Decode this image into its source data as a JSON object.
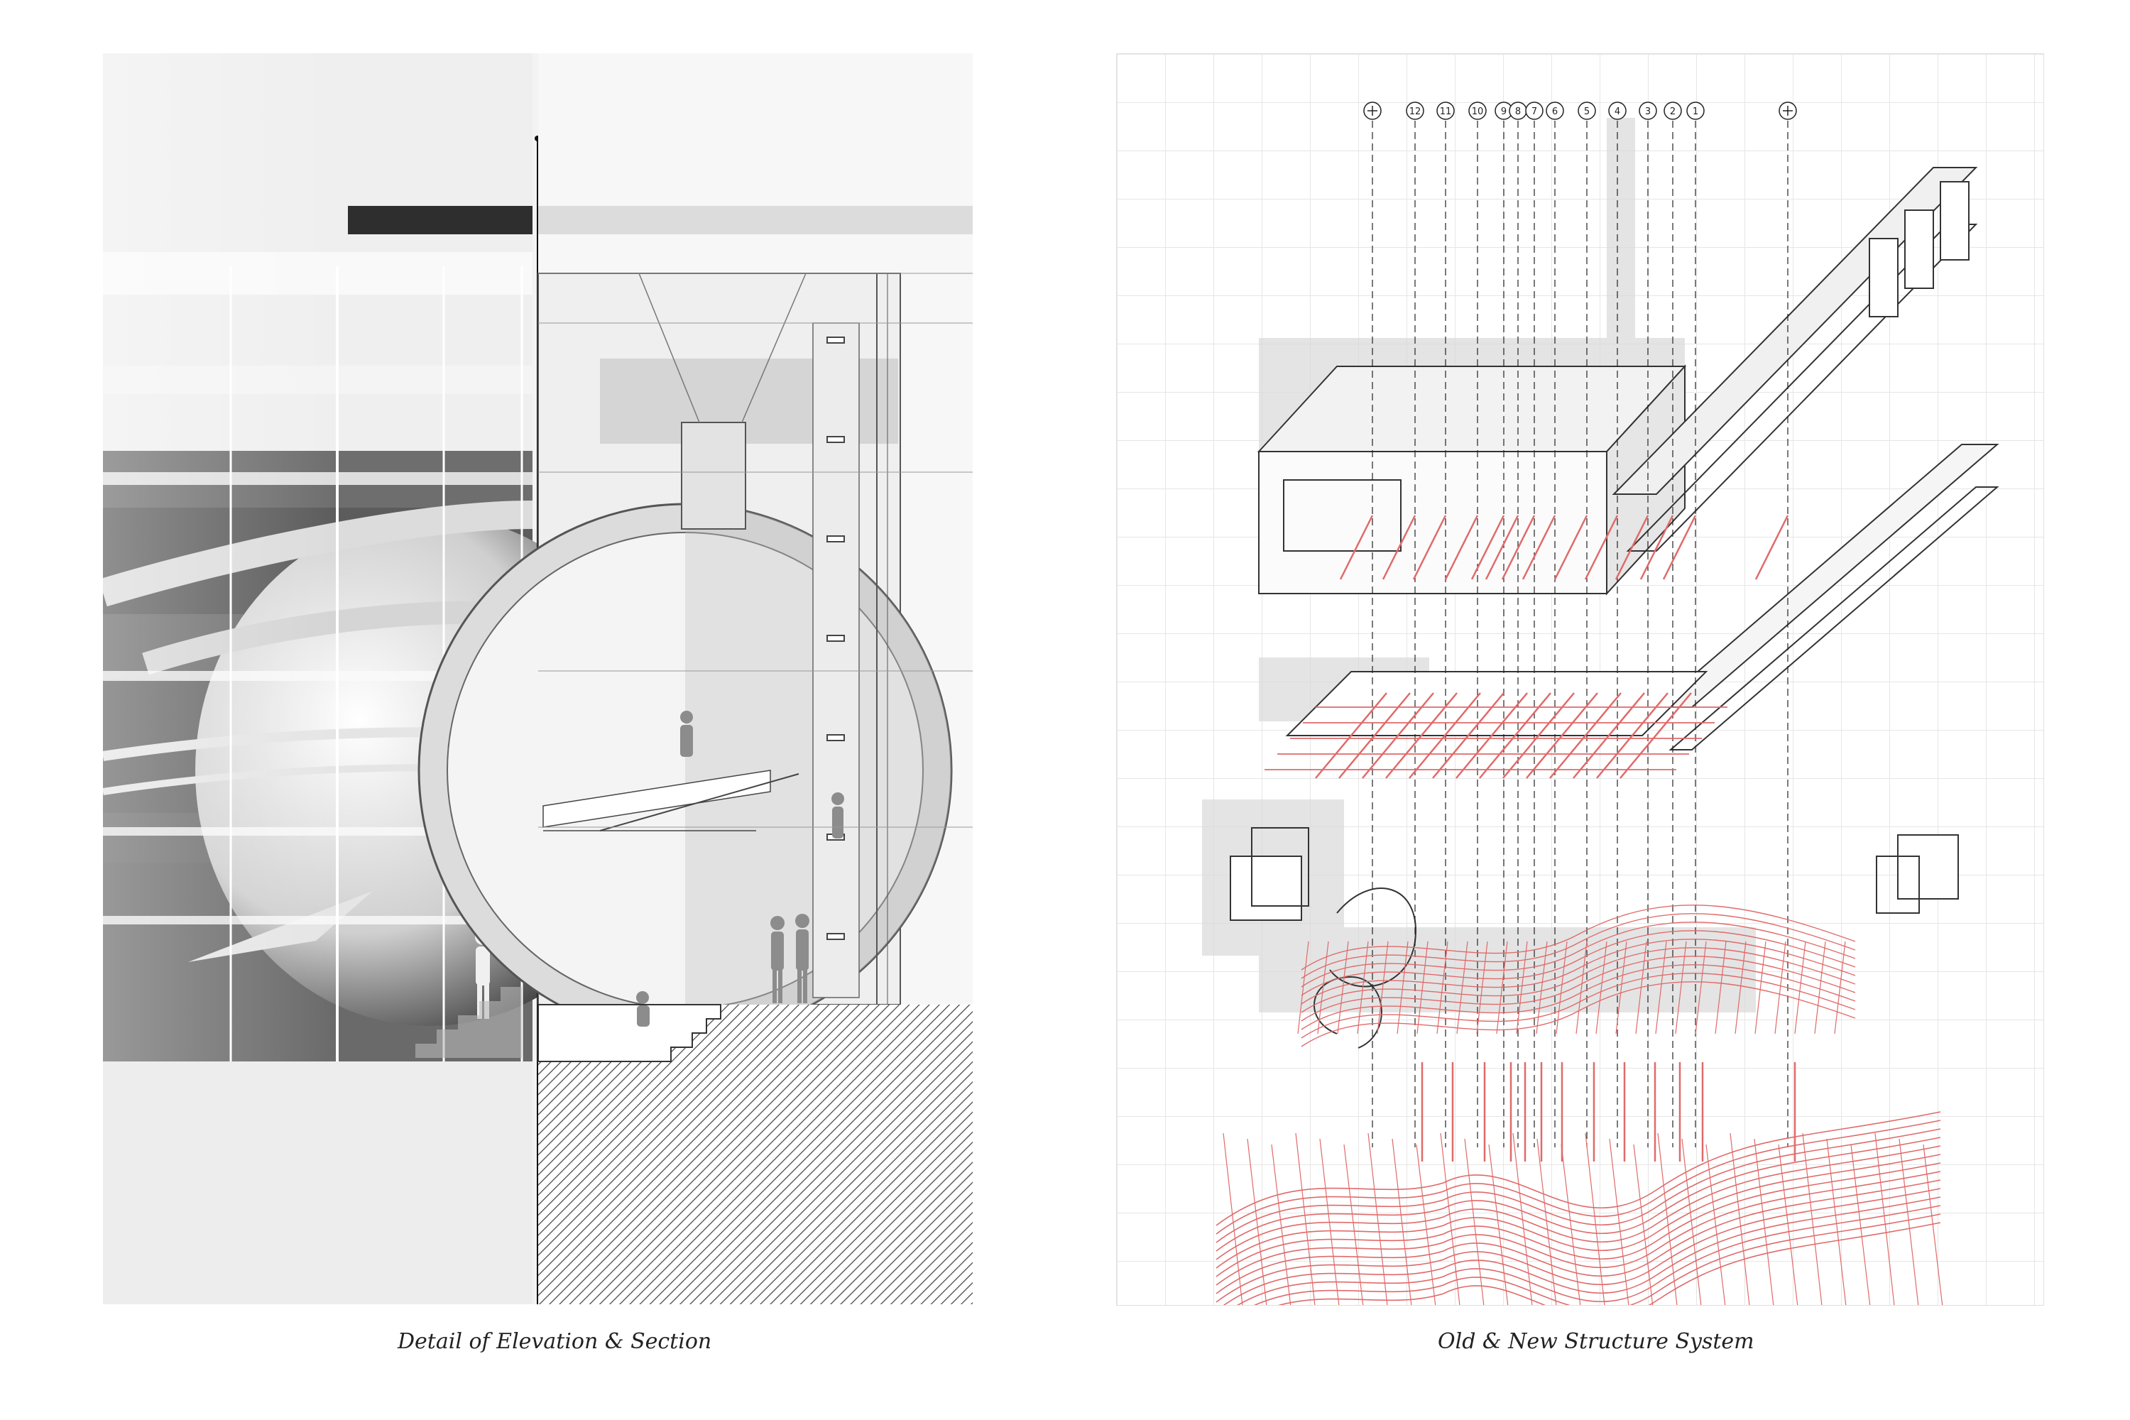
{
  "captions": {
    "left": "Detail of Elevation & Section",
    "right": "Old & New Structure System"
  },
  "grid_markers": [
    "12",
    "11",
    "10",
    "9",
    "8",
    "7",
    "6",
    "5",
    "4",
    "3",
    "2",
    "1"
  ],
  "colors": {
    "accent_red": "#e06a6a",
    "line_dark": "#333333",
    "grey_fill": "#b5b5b5",
    "grid": "#e6e6e6"
  }
}
